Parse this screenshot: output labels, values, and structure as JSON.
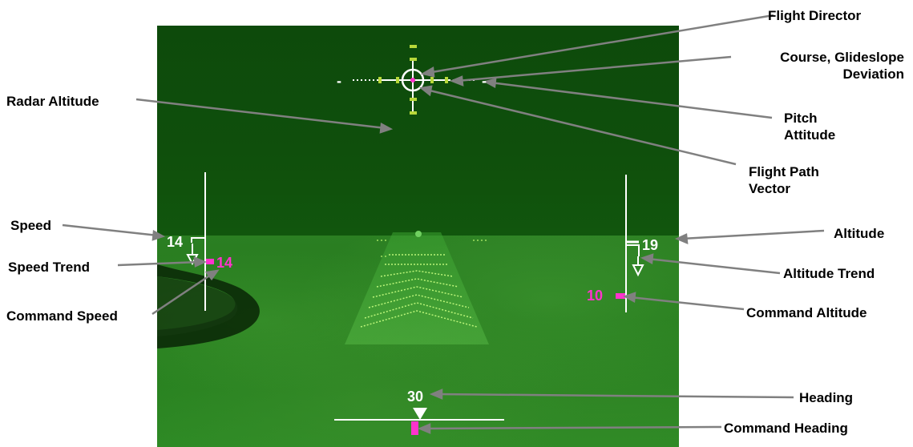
{
  "labels": {
    "flight_director": "Flight Director",
    "course_glideslope": [
      "Course, Glideslope",
      "Deviation"
    ],
    "radar_altitude": "Radar Altitude",
    "pitch_attitude": [
      "Pitch",
      "Attitude"
    ],
    "flight_path_vector": [
      "Flight Path",
      "Vector"
    ],
    "speed": "Speed",
    "altitude": "Altitude",
    "speed_trend": "Speed Trend",
    "altitude_trend": "Altitude Trend",
    "command_speed": "Command Speed",
    "command_altitude": "Command Altitude",
    "heading": "Heading",
    "command_heading": "Command Heading"
  },
  "hud": {
    "speed_value": "14",
    "command_speed_value": "14",
    "altitude_value": "19",
    "command_altitude_value": "10",
    "heading_value": "30",
    "pitch_mark_left": "-",
    "pitch_mark_right": "-"
  },
  "colors": {
    "symbology": "#ffffff",
    "command": "#ff33cc",
    "deviation": "#b8d83a",
    "leader": "#808080"
  }
}
